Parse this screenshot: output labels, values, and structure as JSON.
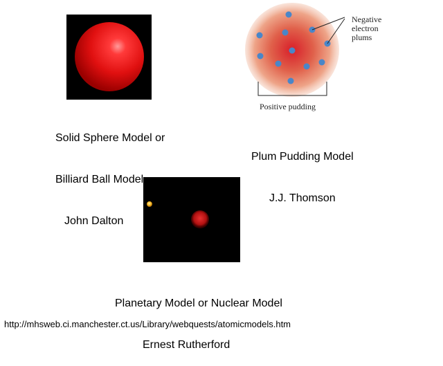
{
  "dalton": {
    "caption_line1": "Solid Sphere Model or",
    "caption_line2": "Billiard Ball Model",
    "scientist": "John Dalton",
    "background_color": "#000000",
    "sphere_color": "#e01010"
  },
  "thomson": {
    "caption": "Plum Pudding Model",
    "scientist": "J.J. Thomson",
    "label_negative_line1": "Negative",
    "label_negative_line2": "electron",
    "label_negative_line3": "plums",
    "label_positive": "Positive pudding",
    "pudding_color": "#d95a3a",
    "electron_color": "#4a86c8"
  },
  "rutherford": {
    "caption": "Planetary Model or Nuclear Model",
    "scientist": "Ernest Rutherford",
    "background_color": "#000000",
    "nucleus_color": "#c81414",
    "electron_color": "#f0b020"
  },
  "footer": {
    "url": "http://mhsweb.ci.manchester.ct.us/Library/webquests/atomicmodels.htm"
  }
}
